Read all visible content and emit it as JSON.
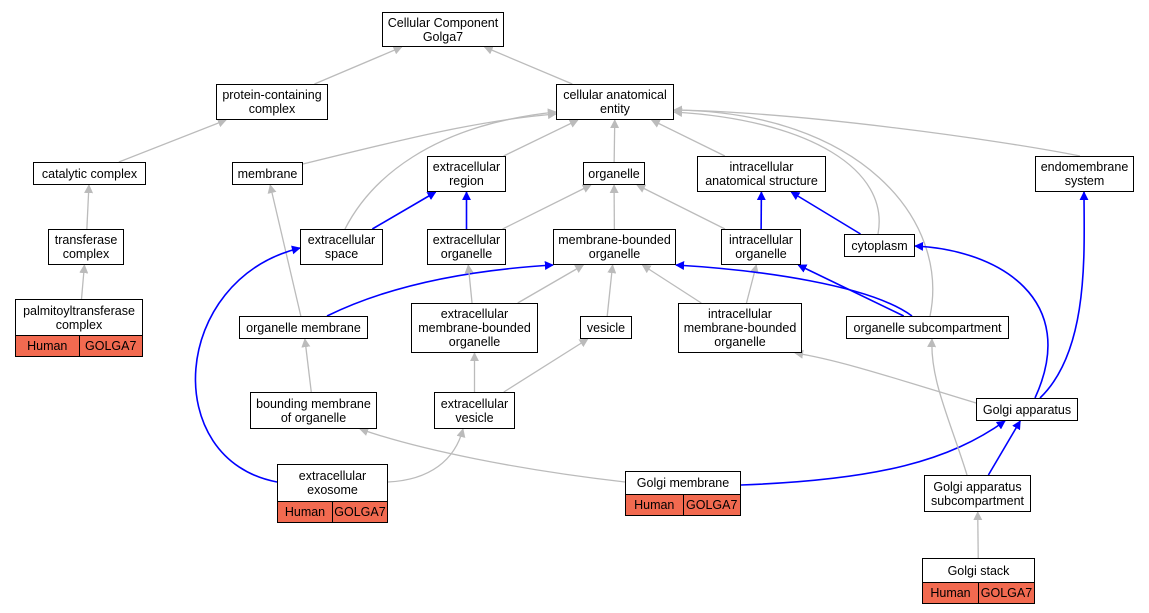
{
  "colors": {
    "is_a_edge": "#bbbbbb",
    "part_of_edge": "#0000ff",
    "annotation_fill": "#f26a50"
  },
  "nodes": [
    {
      "id": "cc_golga7",
      "label": "Cellular Component\nGolga7"
    },
    {
      "id": "protein_containing_complex",
      "label": "protein-containing\ncomplex"
    },
    {
      "id": "cellular_anatomical_entity",
      "label": "cellular anatomical\nentity"
    },
    {
      "id": "catalytic_complex",
      "label": "catalytic complex"
    },
    {
      "id": "membrane",
      "label": "membrane"
    },
    {
      "id": "extracellular_region",
      "label": "extracellular\nregion"
    },
    {
      "id": "organelle",
      "label": "organelle"
    },
    {
      "id": "intracellular_anatomical_structure",
      "label": "intracellular\nanatomical structure"
    },
    {
      "id": "endomembrane_system",
      "label": "endomembrane\nsystem"
    },
    {
      "id": "transferase_complex",
      "label": "transferase\ncomplex"
    },
    {
      "id": "extracellular_space",
      "label": "extracellular\nspace"
    },
    {
      "id": "extracellular_organelle",
      "label": "extracellular\norganelle"
    },
    {
      "id": "membrane_bounded_organelle",
      "label": "membrane-bounded\norganelle"
    },
    {
      "id": "intracellular_organelle",
      "label": "intracellular\norganelle"
    },
    {
      "id": "cytoplasm",
      "label": "cytoplasm"
    },
    {
      "id": "palmitoyltransferase_complex",
      "label": "palmitoyltransferase\ncomplex",
      "annotation": {
        "species": "Human",
        "gene": "GOLGA7"
      }
    },
    {
      "id": "organelle_membrane",
      "label": "organelle membrane"
    },
    {
      "id": "extracellular_mb_organelle",
      "label": "extracellular\nmembrane-bounded\norganelle"
    },
    {
      "id": "vesicle",
      "label": "vesicle"
    },
    {
      "id": "intracellular_mb_organelle",
      "label": "intracellular\nmembrane-bounded\norganelle"
    },
    {
      "id": "organelle_subcompartment",
      "label": "organelle subcompartment"
    },
    {
      "id": "bounding_membrane",
      "label": "bounding membrane\nof organelle"
    },
    {
      "id": "extracellular_vesicle",
      "label": "extracellular\nvesicle"
    },
    {
      "id": "golgi_apparatus",
      "label": "Golgi apparatus"
    },
    {
      "id": "extracellular_exosome",
      "label": "extracellular\nexosome",
      "annotation": {
        "species": "Human",
        "gene": "GOLGA7"
      }
    },
    {
      "id": "golgi_membrane",
      "label": "Golgi membrane",
      "annotation": {
        "species": "Human",
        "gene": "GOLGA7"
      }
    },
    {
      "id": "golgi_apparatus_subcompartment",
      "label": "Golgi apparatus\nsubcompartment"
    },
    {
      "id": "golgi_stack",
      "label": "Golgi stack",
      "annotation": {
        "species": "Human",
        "gene": "GOLGA7"
      }
    }
  ],
  "edges": [
    {
      "from": "protein_containing_complex",
      "to": "cc_golga7",
      "relation": "is_a"
    },
    {
      "from": "cellular_anatomical_entity",
      "to": "cc_golga7",
      "relation": "is_a"
    },
    {
      "from": "catalytic_complex",
      "to": "protein_containing_complex",
      "relation": "is_a"
    },
    {
      "from": "transferase_complex",
      "to": "catalytic_complex",
      "relation": "is_a"
    },
    {
      "from": "palmitoyltransferase_complex",
      "to": "transferase_complex",
      "relation": "is_a"
    },
    {
      "from": "membrane",
      "to": "cellular_anatomical_entity",
      "relation": "is_a"
    },
    {
      "from": "extracellular_region",
      "to": "cellular_anatomical_entity",
      "relation": "is_a"
    },
    {
      "from": "organelle",
      "to": "cellular_anatomical_entity",
      "relation": "is_a"
    },
    {
      "from": "intracellular_anatomical_structure",
      "to": "cellular_anatomical_entity",
      "relation": "is_a"
    },
    {
      "from": "endomembrane_system",
      "to": "cellular_anatomical_entity",
      "relation": "is_a"
    },
    {
      "from": "extracellular_space",
      "to": "cellular_anatomical_entity",
      "relation": "is_a"
    },
    {
      "from": "cytoplasm",
      "to": "cellular_anatomical_entity",
      "relation": "is_a"
    },
    {
      "from": "organelle_subcompartment",
      "to": "cellular_anatomical_entity",
      "relation": "is_a"
    },
    {
      "from": "extracellular_space",
      "to": "extracellular_region",
      "relation": "part_of"
    },
    {
      "from": "extracellular_organelle",
      "to": "extracellular_region",
      "relation": "part_of"
    },
    {
      "from": "extracellular_organelle",
      "to": "organelle",
      "relation": "is_a"
    },
    {
      "from": "membrane_bounded_organelle",
      "to": "organelle",
      "relation": "is_a"
    },
    {
      "from": "intracellular_organelle",
      "to": "organelle",
      "relation": "is_a"
    },
    {
      "from": "intracellular_organelle",
      "to": "intracellular_anatomical_structure",
      "relation": "part_of"
    },
    {
      "from": "cytoplasm",
      "to": "intracellular_anatomical_structure",
      "relation": "part_of"
    },
    {
      "from": "organelle_membrane",
      "to": "membrane",
      "relation": "is_a"
    },
    {
      "from": "organelle_membrane",
      "to": "membrane_bounded_organelle",
      "relation": "part_of"
    },
    {
      "from": "extracellular_mb_organelle",
      "to": "extracellular_organelle",
      "relation": "is_a"
    },
    {
      "from": "extracellular_mb_organelle",
      "to": "membrane_bounded_organelle",
      "relation": "is_a"
    },
    {
      "from": "vesicle",
      "to": "membrane_bounded_organelle",
      "relation": "is_a"
    },
    {
      "from": "intracellular_mb_organelle",
      "to": "membrane_bounded_organelle",
      "relation": "is_a"
    },
    {
      "from": "intracellular_mb_organelle",
      "to": "intracellular_organelle",
      "relation": "is_a"
    },
    {
      "from": "organelle_subcompartment",
      "to": "membrane_bounded_organelle",
      "relation": "part_of"
    },
    {
      "from": "organelle_subcompartment",
      "to": "intracellular_organelle",
      "relation": "part_of"
    },
    {
      "from": "bounding_membrane",
      "to": "organelle_membrane",
      "relation": "is_a"
    },
    {
      "from": "extracellular_vesicle",
      "to": "extracellular_mb_organelle",
      "relation": "is_a"
    },
    {
      "from": "extracellular_vesicle",
      "to": "vesicle",
      "relation": "is_a"
    },
    {
      "from": "golgi_apparatus",
      "to": "intracellular_mb_organelle",
      "relation": "is_a"
    },
    {
      "from": "golgi_apparatus",
      "to": "endomembrane_system",
      "relation": "part_of"
    },
    {
      "from": "golgi_apparatus",
      "to": "cytoplasm",
      "relation": "part_of"
    },
    {
      "from": "extracellular_exosome",
      "to": "extracellular_vesicle",
      "relation": "is_a"
    },
    {
      "from": "extracellular_exosome",
      "to": "extracellular_space",
      "relation": "part_of"
    },
    {
      "from": "golgi_membrane",
      "to": "bounding_membrane",
      "relation": "is_a"
    },
    {
      "from": "golgi_membrane",
      "to": "golgi_apparatus",
      "relation": "part_of"
    },
    {
      "from": "golgi_apparatus_subcompartment",
      "to": "organelle_subcompartment",
      "relation": "is_a"
    },
    {
      "from": "golgi_apparatus_subcompartment",
      "to": "golgi_apparatus",
      "relation": "part_of"
    },
    {
      "from": "golgi_stack",
      "to": "golgi_apparatus_subcompartment",
      "relation": "is_a"
    }
  ]
}
